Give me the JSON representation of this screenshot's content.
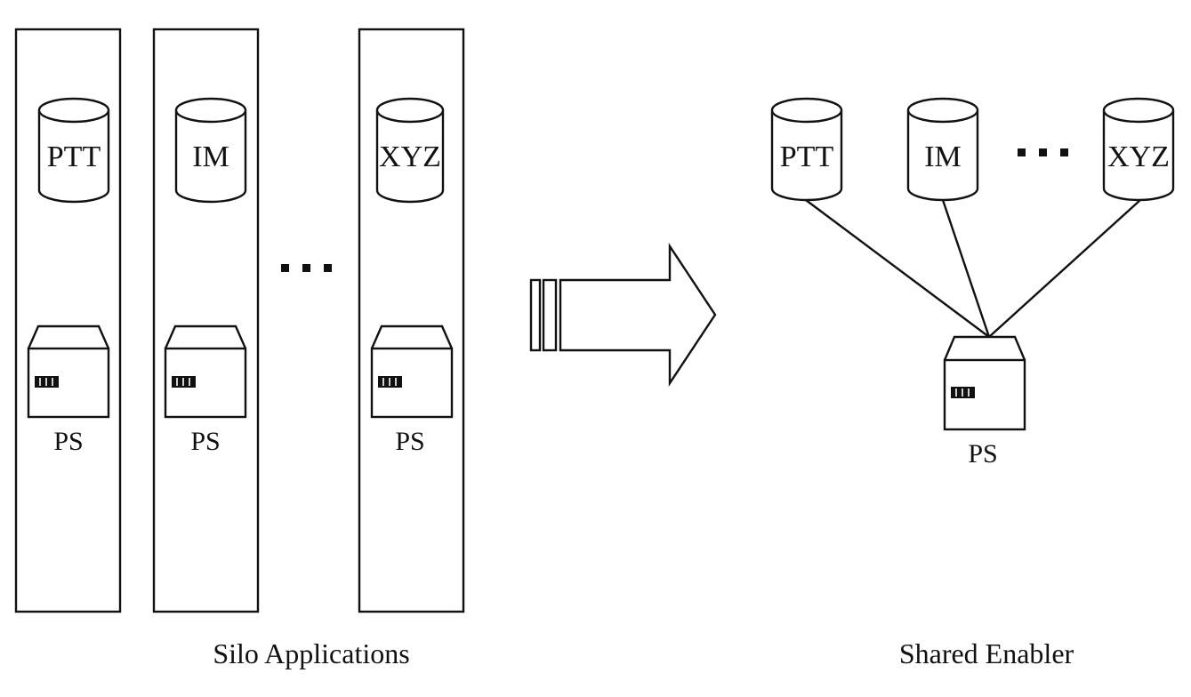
{
  "left": {
    "caption": "Silo Applications",
    "silos": [
      {
        "db_label": "PTT",
        "server_label": "PS"
      },
      {
        "db_label": "IM",
        "server_label": "PS"
      },
      {
        "db_label": "XYZ",
        "server_label": "PS"
      }
    ]
  },
  "right": {
    "caption": "Shared Enabler",
    "databases": [
      {
        "label": "PTT"
      },
      {
        "label": "IM"
      },
      {
        "label": "XYZ"
      }
    ],
    "server_label": "PS"
  },
  "colors": {
    "stroke": "#111111",
    "background": "#ffffff"
  },
  "icons": {
    "database": "database-cylinder-icon",
    "server": "server-box-icon",
    "transition": "transition-arrow-icon",
    "ellipsis": "ellipsis-icon"
  }
}
